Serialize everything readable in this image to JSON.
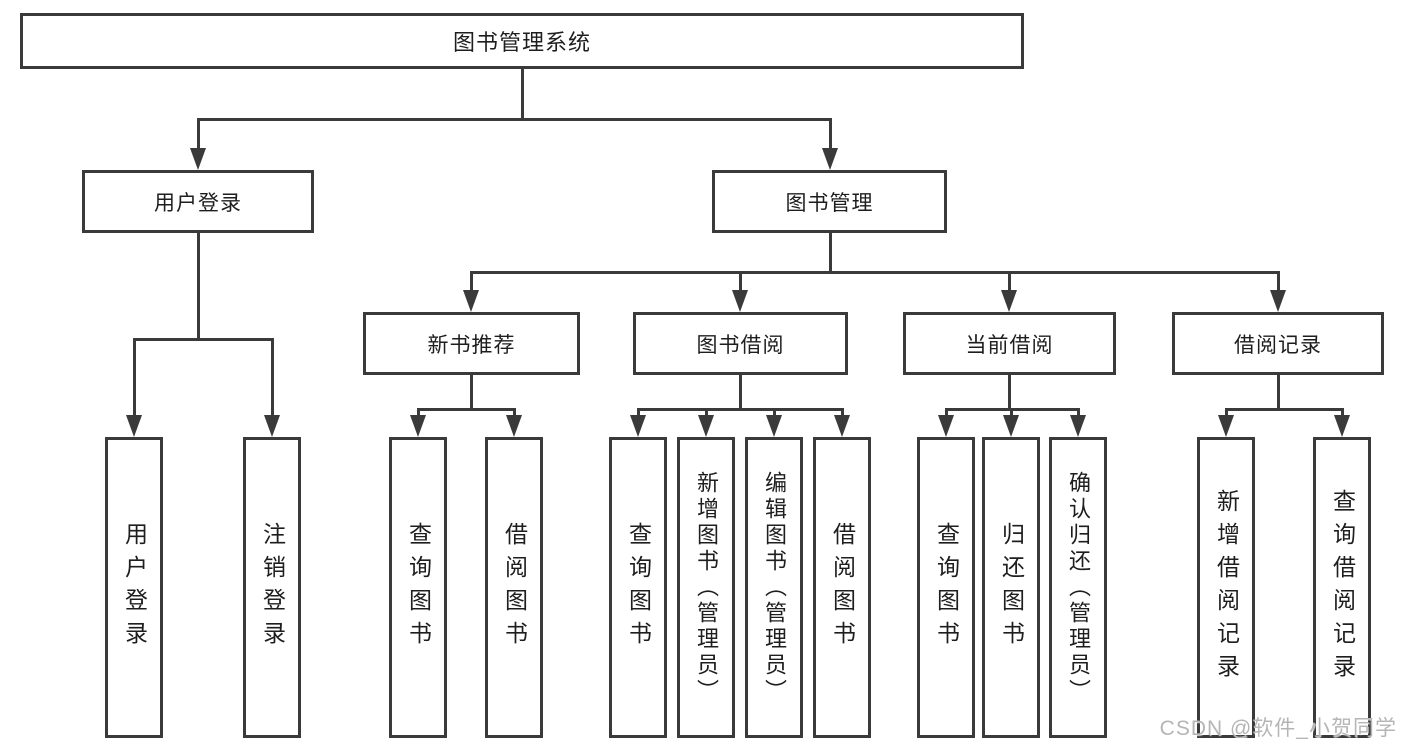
{
  "tree": {
    "root": "图书管理系统",
    "level2": [
      {
        "label": "用户登录"
      },
      {
        "label": "图书管理"
      }
    ],
    "level3": [
      {
        "label": "新书推荐"
      },
      {
        "label": "图书借阅"
      },
      {
        "label": "当前借阅"
      },
      {
        "label": "借阅记录"
      }
    ],
    "leaves": [
      {
        "label": "用户登录"
      },
      {
        "label": "注销登录"
      },
      {
        "label": "查询图书"
      },
      {
        "label": "借阅图书"
      },
      {
        "label": "查询图书"
      },
      {
        "label": "新增图书（管理员）"
      },
      {
        "label": "编辑图书（管理员）"
      },
      {
        "label": "借阅图书"
      },
      {
        "label": "查询图书"
      },
      {
        "label": "归还图书"
      },
      {
        "label": "确认归还（管理员）"
      },
      {
        "label": "新增借阅记录"
      },
      {
        "label": "查询借阅记录"
      }
    ]
  },
  "watermark": "CSDN @软件_小贺同学",
  "colors": {
    "line": "#3a3a3a",
    "text": "#1e1e1e",
    "watermark": "#b5b5b5",
    "background": "#ffffff"
  }
}
